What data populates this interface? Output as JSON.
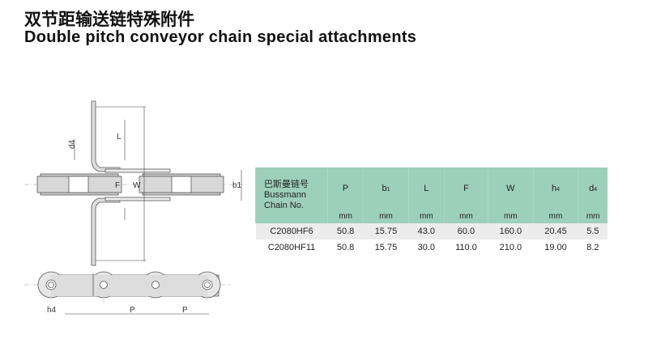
{
  "title_cn": "双节距输送链特殊附件",
  "title_en": "Double pitch conveyor chain special attachments",
  "diagram": {
    "d4": "d4",
    "L": "L",
    "F": "F",
    "W": "W",
    "b1": "b1",
    "h4": "h4",
    "P1": "P",
    "P2": "P"
  },
  "table": {
    "name_header": [
      "巴斯曼链号",
      "Bussmann",
      "Chain No."
    ],
    "columns": [
      {
        "label": "P",
        "sub": "",
        "unit": "mm"
      },
      {
        "label": "b",
        "sub": "1",
        "unit": "mm"
      },
      {
        "label": "L",
        "sub": "",
        "unit": "mm"
      },
      {
        "label": "F",
        "sub": "",
        "unit": "mm"
      },
      {
        "label": "W",
        "sub": "",
        "unit": "mm"
      },
      {
        "label": "h",
        "sub": "4",
        "unit": "mm"
      },
      {
        "label": "d",
        "sub": "4",
        "unit": "mm"
      }
    ],
    "rows": [
      [
        "C2080HF6",
        "50.8",
        "15.75",
        "43.0",
        "60.0",
        "160.0",
        "20.45",
        "5.5"
      ],
      [
        "C2080HF11",
        "50.8",
        "15.75",
        "30.0",
        "110.0",
        "210.0",
        "19.00",
        "8.2"
      ]
    ]
  }
}
